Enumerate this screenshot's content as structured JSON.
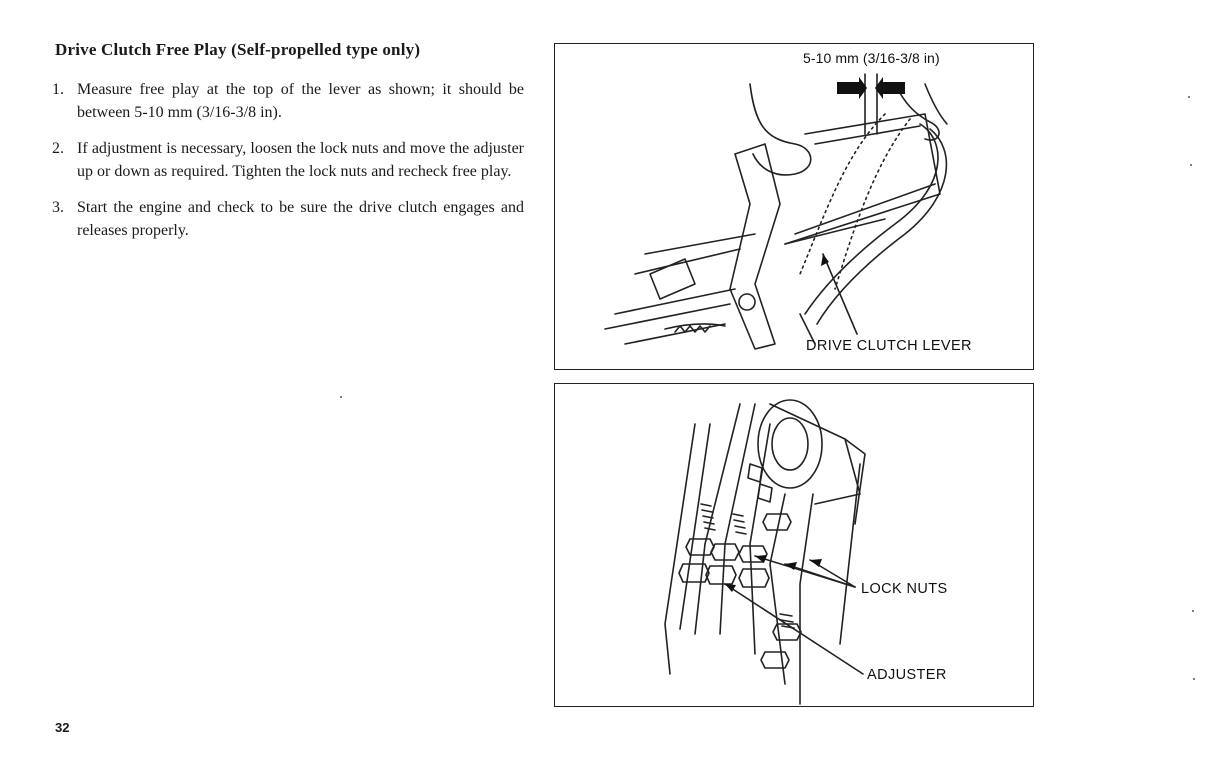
{
  "heading": {
    "title": "Drive Clutch Free Play",
    "qualifier": "(Self-propelled type only)"
  },
  "steps": [
    {
      "num": "1.",
      "text": "Measure free play at the top of the lever as shown; it should be between 5-10 mm (3/16-3/8 in)."
    },
    {
      "num": "2.",
      "text": "If adjustment is necessary, loosen the lock nuts and move the adjuster up or down as required. Tighten the lock nuts and recheck free play."
    },
    {
      "num": "3.",
      "text": "Start the engine and check to be sure the drive clutch engages and releases properly."
    }
  ],
  "figure_top": {
    "dimension_label": "5-10 mm (3/16-3/8 in)",
    "lever_label": "DRIVE CLUTCH LEVER"
  },
  "figure_bottom": {
    "locknuts_label": "LOCK NUTS",
    "adjuster_label": "ADJUSTER"
  },
  "page_number": "32"
}
